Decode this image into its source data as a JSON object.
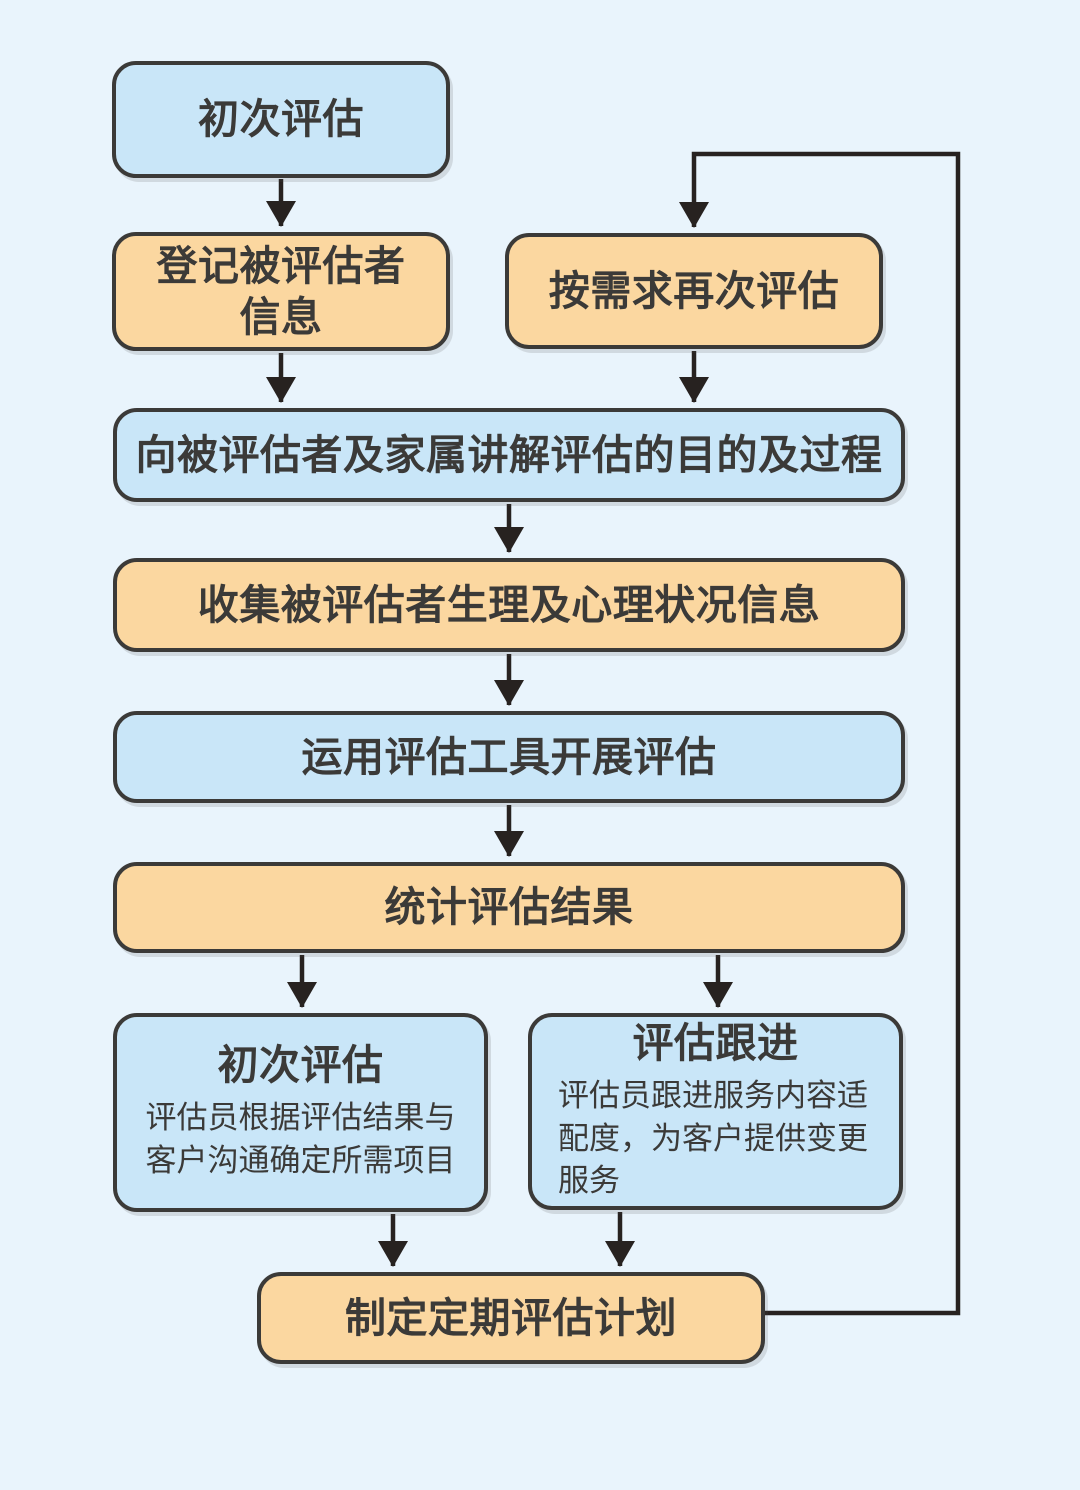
{
  "diagram": {
    "background": "#e9f4fc",
    "colors": {
      "blue_fill": "#c9e6f8",
      "orange_fill": "#fbd7a0",
      "border": "#3b3a38",
      "arrow": "#272220",
      "text": "#3b3a38"
    },
    "nodes": {
      "initial_top": {
        "label": "初次评估",
        "color": "blue"
      },
      "register": {
        "label": "登记被评估者\n信息",
        "color": "orange"
      },
      "reassess": {
        "label": "按需求再次评估",
        "color": "orange"
      },
      "explain": {
        "label": "向被评估者及家属讲解评估的目的及过程",
        "color": "blue"
      },
      "collect": {
        "label": "收集被评估者生理及心理状况信息",
        "color": "orange"
      },
      "tools": {
        "label": "运用评估工具开展评估",
        "color": "blue"
      },
      "tally": {
        "label": "统计评估结果",
        "color": "orange"
      },
      "initial_detail": {
        "title": "初次评估",
        "body": "评估员根据评估结果与客户沟通确定所需项目",
        "color": "blue"
      },
      "followup": {
        "title": "评估跟进",
        "body": "评估员跟进服务内容适配度，为客户提供变更服务",
        "color": "blue"
      },
      "plan": {
        "label": "制定定期评估计划",
        "color": "orange"
      }
    },
    "edges": [
      {
        "from": "initial_top",
        "to": "register"
      },
      {
        "from": "register",
        "to": "explain"
      },
      {
        "from": "reassess",
        "to": "explain"
      },
      {
        "from": "explain",
        "to": "collect"
      },
      {
        "from": "collect",
        "to": "tools"
      },
      {
        "from": "tools",
        "to": "tally"
      },
      {
        "from": "tally",
        "to": "initial_detail"
      },
      {
        "from": "tally",
        "to": "followup"
      },
      {
        "from": "initial_detail",
        "to": "plan"
      },
      {
        "from": "followup",
        "to": "plan"
      },
      {
        "from": "plan",
        "to": "reassess",
        "type": "loop-back"
      }
    ]
  }
}
